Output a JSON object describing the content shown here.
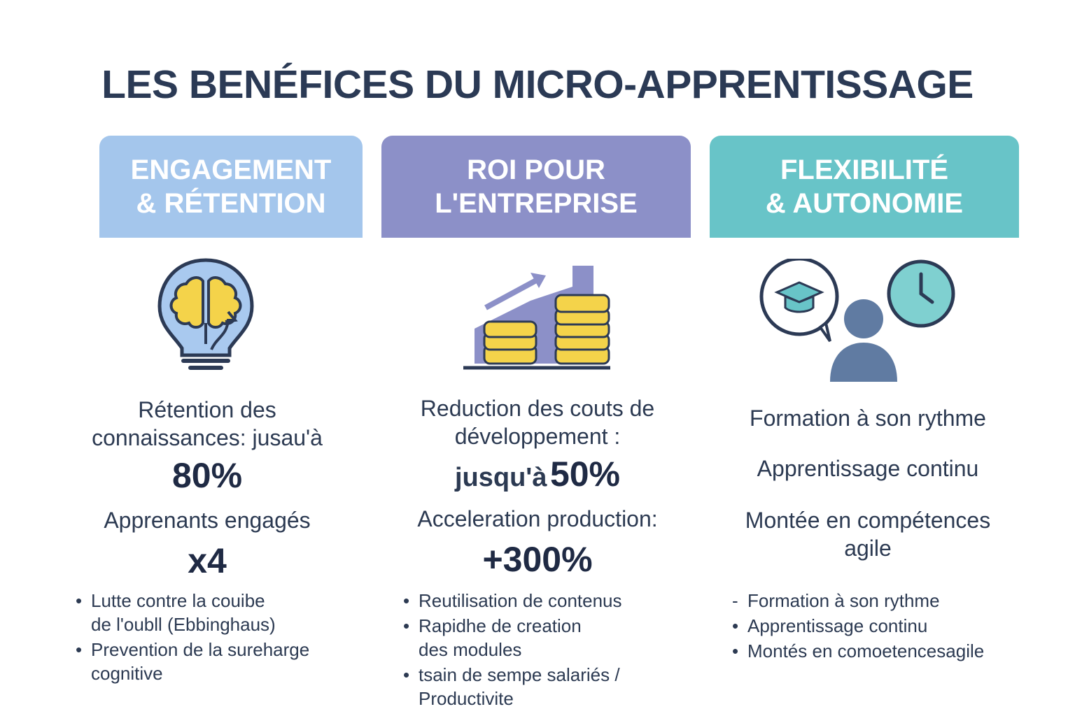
{
  "title": "LES BENÉFICES DU MICRO-APPRENTISSAGE",
  "columns": [
    {
      "header": [
        "ENGAGEMENT",
        "& RÉTENTION"
      ],
      "icon": "lightbulb-brain-icon",
      "stat1_label": [
        "Rétention des",
        "connaissances: jusau'à"
      ],
      "stat1_value": "80%",
      "stat2_label": "Apprenants engagés",
      "stat2_value": "x4",
      "bullets": [
        [
          "Lutte contre la couibe",
          "de l'oubll (Ebbinghaus)"
        ],
        [
          "Prevention de la sureharge",
          "cognitive"
        ]
      ]
    },
    {
      "header": [
        "ROI POUR",
        "L'ENTREPRISE"
      ],
      "icon": "growth-coins-icon",
      "stat1_label": [
        "Reduction des couts de",
        "développement :"
      ],
      "stat1_value_prefix": "jusqu'à",
      "stat1_value": "50%",
      "stat2_label": "Acceleration production:",
      "stat2_value": "+300%",
      "bullets": [
        [
          "Reutilisation de contenus"
        ],
        [
          "Rapidhe de creation",
          "des modules"
        ],
        [
          "tsain de sempe salariés /",
          "Productivite"
        ]
      ]
    },
    {
      "header": [
        "FLEXIBILITÉ",
        "& AUTONOMIE"
      ],
      "icon": "person-graduation-clock-icon",
      "items": [
        "Formation à son rythme",
        "Apprentissage continu",
        [
          "Montée en compétences",
          "agile"
        ]
      ],
      "bullets": [
        [
          "Formation à son rythme"
        ],
        [
          "Apprentissage continu"
        ],
        [
          "Montés en comoetencesagile"
        ]
      ]
    }
  ],
  "colors": {
    "header1": "#a4c6ec",
    "header2": "#8c90c8",
    "header3": "#68c4c8",
    "title": "#2b3a55",
    "coin": "#f4d34a"
  }
}
